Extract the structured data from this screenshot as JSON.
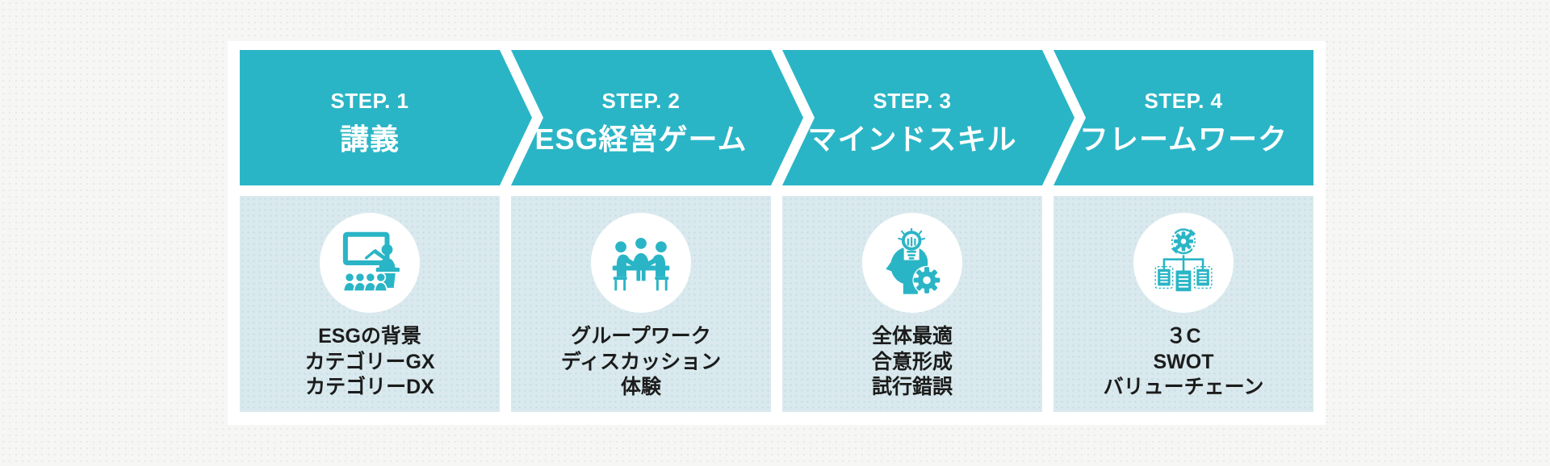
{
  "colors": {
    "accent": "#2ab5c6",
    "panel": "#d9e9ed",
    "panel_dot": "#c4dde4",
    "page_bg": "#f6f7f4",
    "card_bg": "#ffffff",
    "text": "#1c1c1c"
  },
  "steps": [
    {
      "label": "STEP. 1",
      "title": "講義",
      "icon": "lecture-icon",
      "items": [
        "ESGの背景",
        "カテゴリーGX",
        "カテゴリーDX"
      ]
    },
    {
      "label": "STEP. 2",
      "title": "ESG経営ゲーム",
      "icon": "group-discussion-icon",
      "items": [
        "グループワーク",
        "ディスカッション",
        "体験"
      ]
    },
    {
      "label": "STEP. 3",
      "title": "マインドスキル",
      "icon": "mind-skill-icon",
      "items": [
        "全体最適",
        "合意形成",
        "試行錯誤"
      ]
    },
    {
      "label": "STEP. 4",
      "title": "フレームワーク",
      "icon": "framework-icon",
      "items": [
        "３C",
        "SWOT",
        "バリューチェーン"
      ]
    }
  ]
}
